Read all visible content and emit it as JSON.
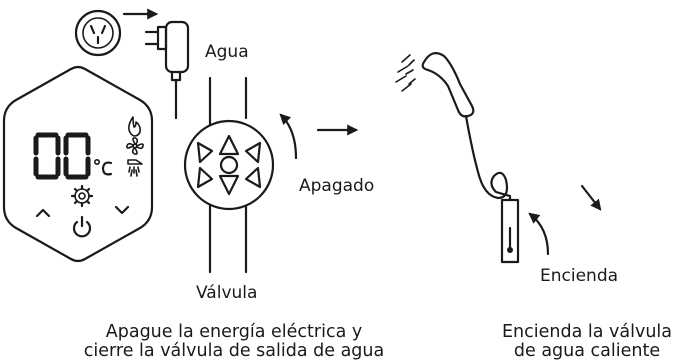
{
  "labels": {
    "agua": "Agua",
    "apagado": "Apagado",
    "valvula": "Válvula",
    "encienda": "Encienda"
  },
  "panel": {
    "display_digits": "00",
    "unit": "°C"
  },
  "captions": {
    "left_line1": "Apague la energía eléctrica y",
    "left_line2": "cierre la válvula de salida de agua",
    "right_line1": "Encienda la válvula",
    "right_line2": "de agua caliente"
  },
  "icons": {
    "socket": "power-socket-icon",
    "plug": "power-plug-icon",
    "flame": "flame-icon",
    "fan": "fan-icon",
    "shower": "shower-icon",
    "settings": "gear-icon",
    "up": "chevron-up-icon",
    "down": "chevron-down-icon",
    "power": "power-icon"
  }
}
